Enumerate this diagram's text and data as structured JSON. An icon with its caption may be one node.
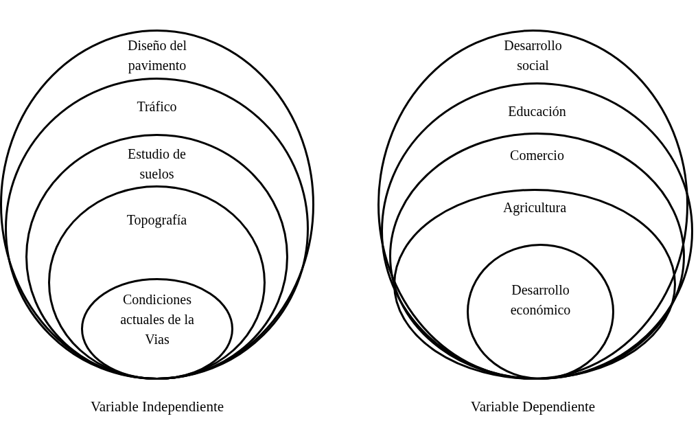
{
  "diagram": {
    "nodes": [
      {
        "text": [
          "Diseño del pavimento"
        ],
        "beside": [
          "Variable Independiente"
        ]
      },
      {
        "text": [
          "Tráfico"
        ],
        "in": 0
      },
      {
        "text": [
          "Estudio de suelos"
        ],
        "in": 1
      },
      {
        "text": [
          "Topografía"
        ],
        "in": 2
      },
      {
        "text": [
          "Condiciones actuales de la Vias"
        ],
        "in": 3
      },
      {
        "text": [
          "Desarrollo social"
        ],
        "beside": [
          "Variable Dependiente"
        ]
      },
      {
        "text": [
          "Educación"
        ],
        "in": 5
      },
      {
        "text": [
          "Comercio"
        ],
        "in": 6
      },
      {
        "text": [
          "Agricultura"
        ],
        "in": 7
      },
      {
        "text": [
          "Desarrollo económico"
        ],
        "in": 8
      }
    ]
  }
}
